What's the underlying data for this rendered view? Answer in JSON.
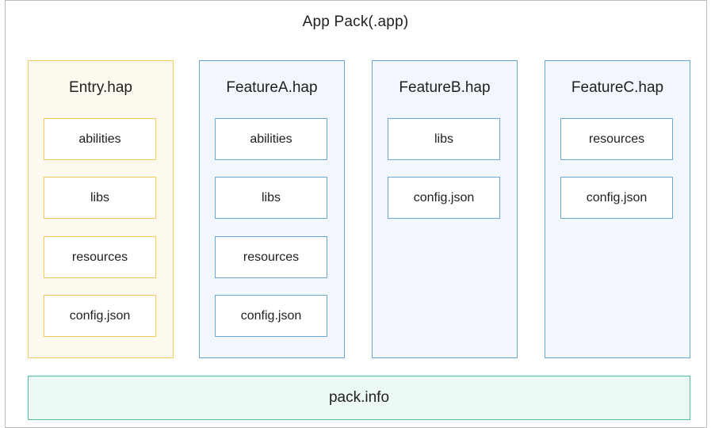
{
  "app_pack": {
    "title": "App Pack(.app)"
  },
  "haps": [
    {
      "name": "Entry.hap",
      "items": [
        "abilities",
        "libs",
        "resources",
        "config.json"
      ]
    },
    {
      "name": "FeatureA.hap",
      "items": [
        "abilities",
        "libs",
        "resources",
        "config.json"
      ]
    },
    {
      "name": "FeatureB.hap",
      "items": [
        "libs",
        "config.json"
      ]
    },
    {
      "name": "FeatureC.hap",
      "items": [
        "resources",
        "config.json"
      ]
    }
  ],
  "pack_info": {
    "label": "pack.info"
  },
  "colors": {
    "entry_border": "#f7c95a",
    "entry_fill": "#fffaf0",
    "feature_border": "#6aa7dc",
    "feature_fill": "#f1f7fd",
    "pack_info_border": "#4fbf9a",
    "pack_info_fill": "#ecf8f2",
    "outer_border": "#bdbdbd"
  }
}
